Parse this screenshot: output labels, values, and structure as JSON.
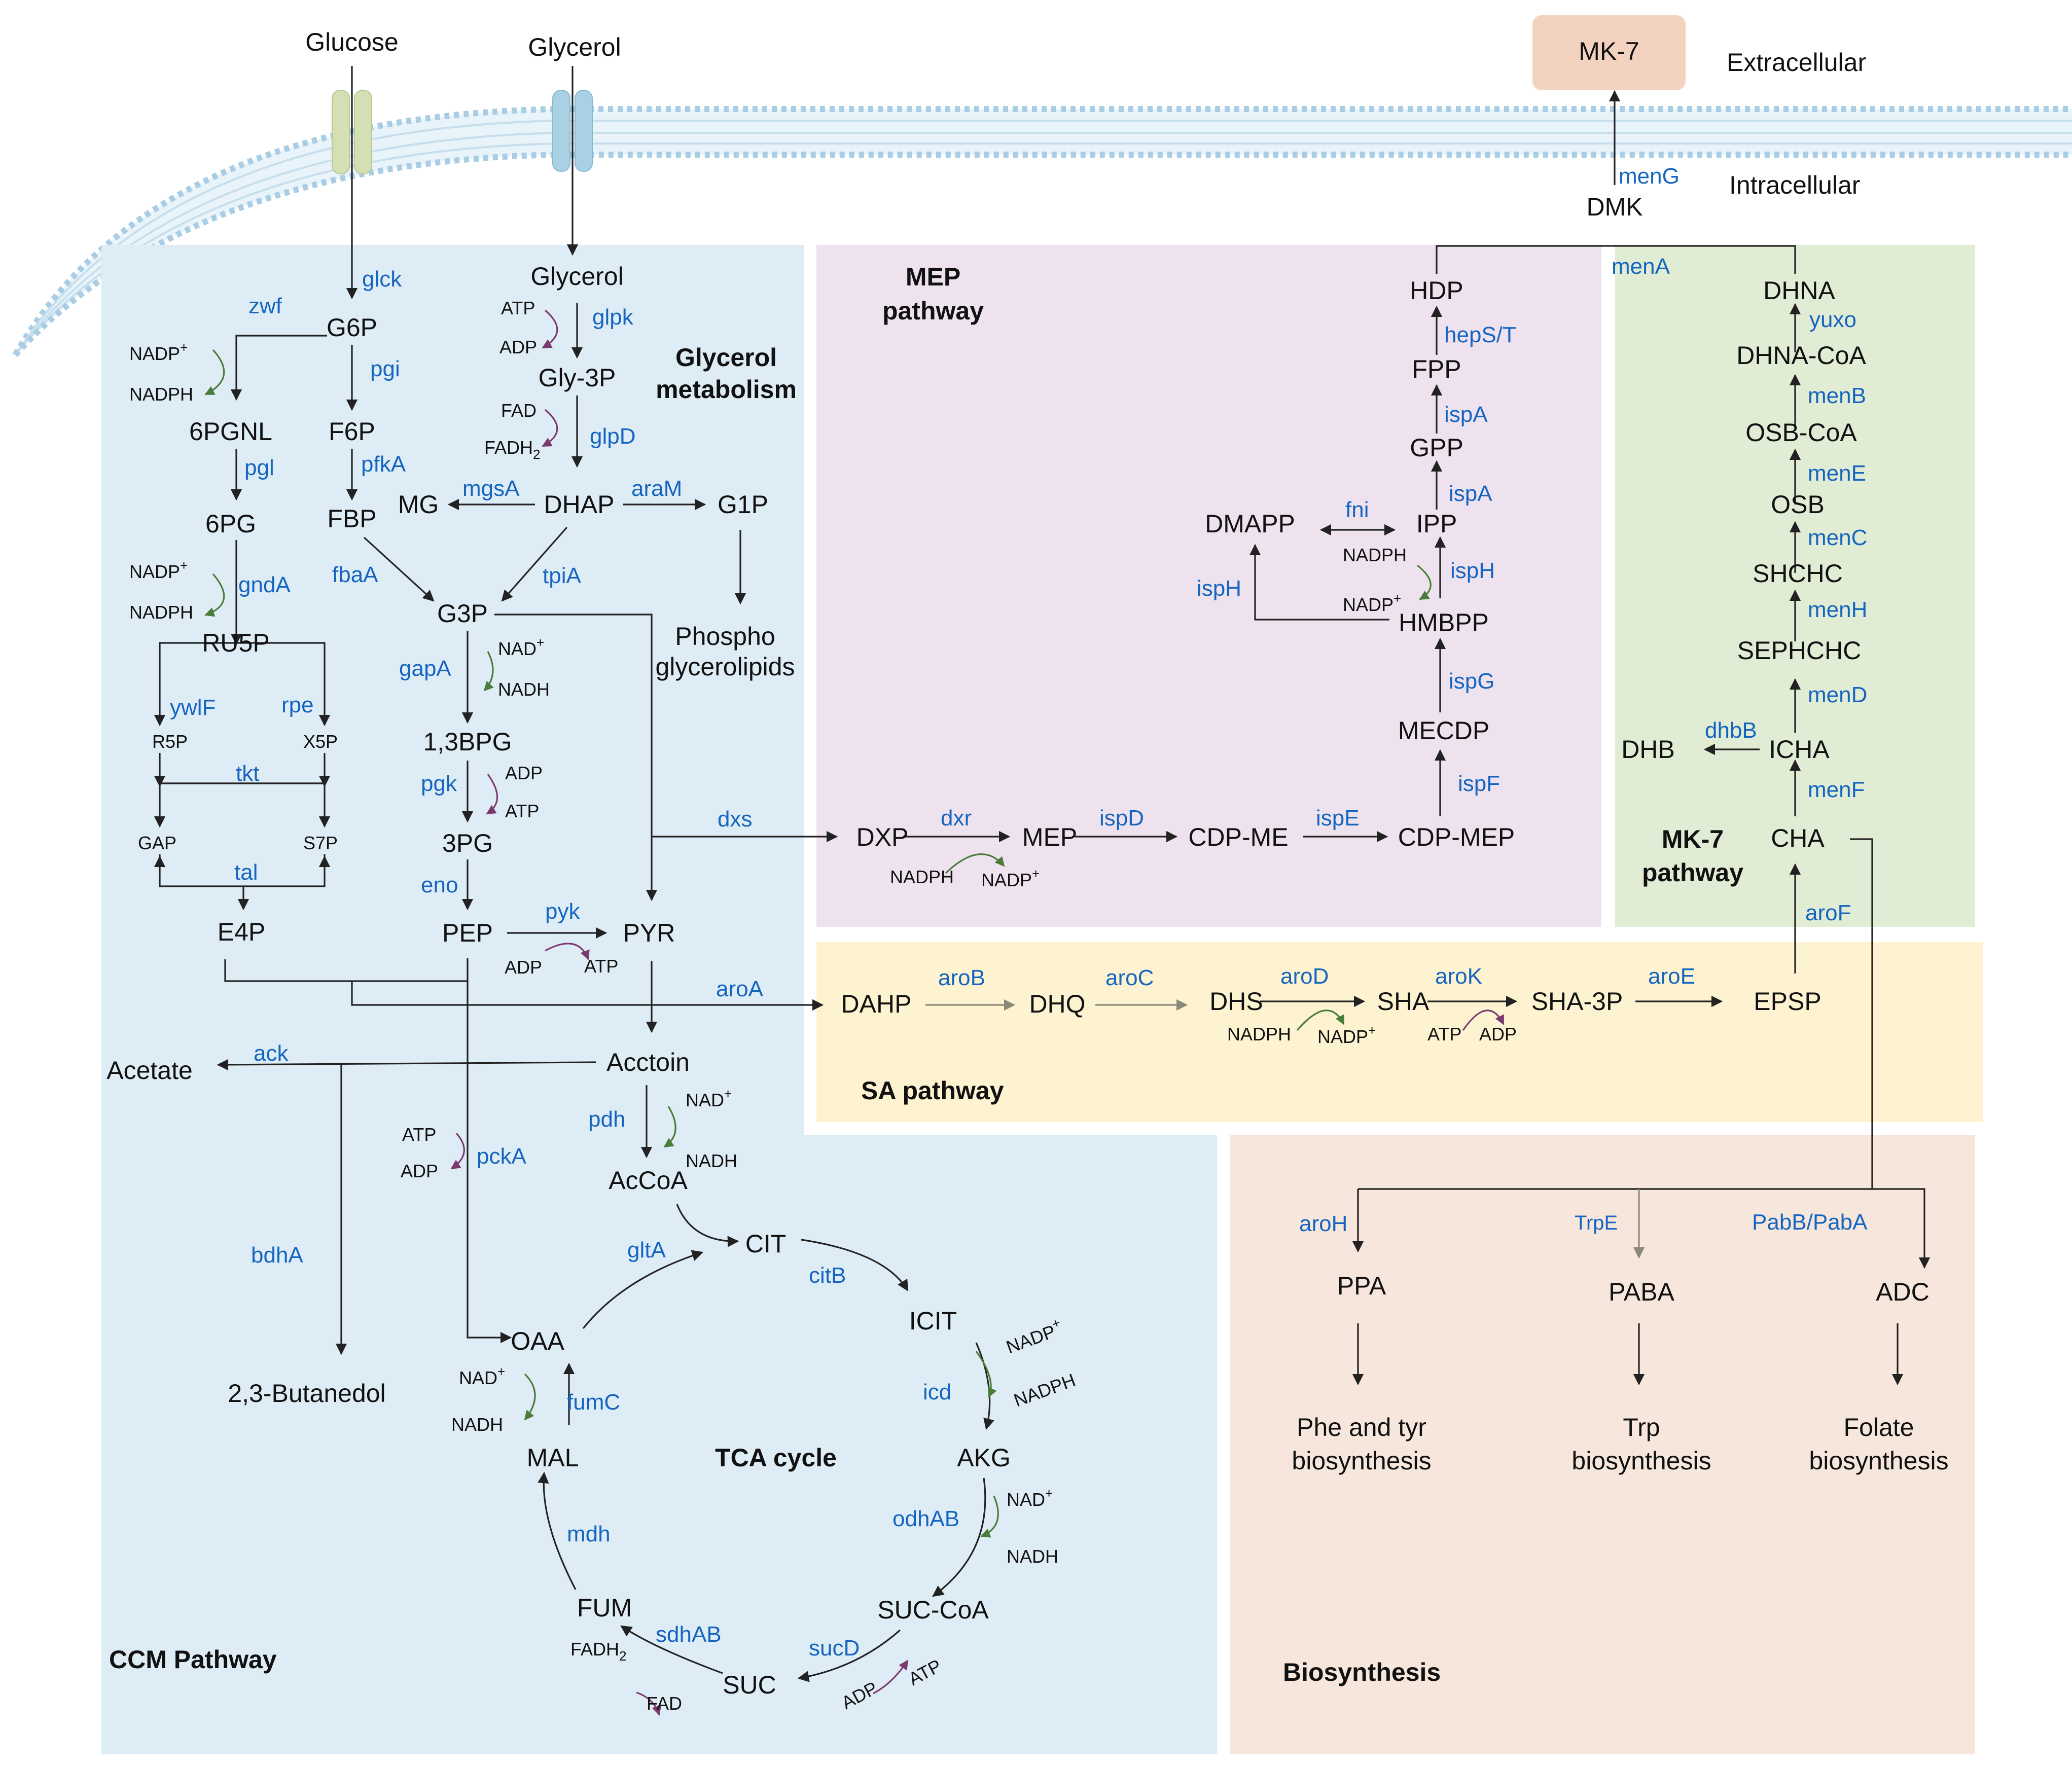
{
  "labels": {
    "extracellular": "Extracellular",
    "intracellular": "Intracellular",
    "glucose_out": "Glucose",
    "glycerol_out": "Glycerol",
    "mk7_out": "MK-7",
    "dmk": "DMK"
  },
  "regions": {
    "ccm": "CCM Pathway",
    "glycerol_line1": "Glycerol",
    "glycerol_line2": "metabolism",
    "mep_line1": "MEP",
    "mep_line2": "pathway",
    "mk7_line1": "MK-7",
    "mk7_line2": "pathway",
    "sa": "SA pathway",
    "tca": "TCA cycle",
    "biosynthesis": "Biosynthesis"
  },
  "metabolites": {
    "g6p": "G6P",
    "f6p": "F6P",
    "fbp": "FBP",
    "pgnl": "6PGNL",
    "pg6": "6PG",
    "ru5p": "RU5P",
    "r5p": "R5P",
    "x5p": "X5P",
    "gap": "GAP",
    "s7p": "S7P",
    "e4p": "E4P",
    "glycerol_in": "Glycerol",
    "gly3p": "Gly-3P",
    "dhap": "DHAP",
    "mg": "MG",
    "g1p": "G1P",
    "phospho1": "Phospho",
    "phospho2": "glycerolipids",
    "g3p": "G3P",
    "bpg": "1,3BPG",
    "pg3": "3PG",
    "pep": "PEP",
    "pyr": "PYR",
    "acetate": "Acetate",
    "acctoin": "Acctoin",
    "acoa": "AcCoA",
    "butanediol": "2,3-Butanedol",
    "oaa": "OAA",
    "cit": "CIT",
    "icit": "ICIT",
    "akg": "AKG",
    "succoa": "SUC-CoA",
    "suc": "SUC",
    "fum": "FUM",
    "mal": "MAL",
    "dxp": "DXP",
    "mep": "MEP",
    "cdpme": "CDP-ME",
    "cdpmep": "CDP-MEP",
    "mecdp": "MECDP",
    "hmbpp": "HMBPP",
    "ipp": "IPP",
    "dmapp": "DMAPP",
    "gpp": "GPP",
    "fpp": "FPP",
    "hdp": "HDP",
    "dhna": "DHNA",
    "dhnacoa": "DHNA-CoA",
    "osbcoa": "OSB-CoA",
    "osb": "OSB",
    "shchc": "SHCHC",
    "sephchc": "SEPHCHC",
    "icha": "ICHA",
    "dhb": "DHB",
    "cha": "CHA",
    "dahp": "DAHP",
    "dhq": "DHQ",
    "dhs": "DHS",
    "sha": "SHA",
    "sha3p": "SHA-3P",
    "epsp": "EPSP",
    "ppa": "PPA",
    "paba": "PABA",
    "adc": "ADC",
    "phe1": "Phe and tyr",
    "phe2": "biosynthesis",
    "trp1": "Trp",
    "trp2": "biosynthesis",
    "fol1": "Folate",
    "fol2": "biosynthesis"
  },
  "enzymes": {
    "glck": "glck",
    "zwf": "zwf",
    "pgi": "pgi",
    "pgl": "pgl",
    "pfkA": "pfkA",
    "gndA": "gndA",
    "ywlF": "ywlF",
    "rpe": "rpe",
    "tkt": "tkt",
    "tal": "tal",
    "fbaA": "fbaA",
    "glpk": "glpk",
    "glpD": "glpD",
    "mgsA": "mgsA",
    "araM": "araM",
    "tpiA": "tpiA",
    "gapA": "gapA",
    "pgk": "pgk",
    "eno": "eno",
    "pyk": "pyk",
    "dxs": "dxs",
    "aroA": "aroA",
    "ack": "ack",
    "pdh": "pdh",
    "pckA": "pckA",
    "bdhA": "bdhA",
    "gltA": "gltA",
    "citB": "citB",
    "icd": "icd",
    "odhAB": "odhAB",
    "sucD": "sucD",
    "sdhAB": "sdhAB",
    "mdh": "mdh",
    "fumC": "fumC",
    "dxr": "dxr",
    "ispD": "ispD",
    "ispE": "ispE",
    "ispF": "ispF",
    "ispG": "ispG",
    "ispH1": "ispH",
    "ispH2": "ispH",
    "fni": "fni",
    "ispA1": "ispA",
    "ispA2": "ispA",
    "hepST": "hepS/T",
    "menA": "menA",
    "menG": "menG",
    "yuxo": "yuxo",
    "menB": "menB",
    "menE": "menE",
    "menC": "menC",
    "menH": "menH",
    "menD": "menD",
    "dhbB": "dhbB",
    "menF": "menF",
    "aroF": "aroF",
    "aroB": "aroB",
    "aroC": "aroC",
    "aroD": "aroD",
    "aroK": "aroK",
    "aroE": "aroE",
    "aroH": "aroH",
    "trpE": "TrpE",
    "pabBA": "PabB/PabA"
  },
  "cofactors": {
    "nadp_g6p": "NADP",
    "nadph_g6p": "NADPH",
    "nadp_6pg": "NADP",
    "nadph_6pg": "NADPH",
    "atp_glpk": "ATP",
    "adp_glpk": "ADP",
    "fad_glpd": "FAD",
    "fadh_glpd": "FADH",
    "nad_gapa": "NAD",
    "nadh_gapa": "NADH",
    "adp_pgk": "ADP",
    "atp_pgk": "ATP",
    "adp_pyk": "ADP",
    "atp_pyk": "ATP",
    "nad_pdh": "NAD",
    "nadh_pdh": "NADH",
    "atp_pcka": "ATP",
    "adp_pcka": "ADP",
    "nadp_icd": "NADP",
    "nadph_icd": "NADPH",
    "nad_odh": "NAD",
    "nadh_odh": "NADH",
    "adp_sucd": "ADP",
    "atp_sucd": "ATP",
    "fadh_sdh": "FADH",
    "fad_sdh": "FAD",
    "nad_mal": "NAD",
    "nadh_mal": "NADH",
    "nadph_dxr": "NADPH",
    "nadp_dxr": "NADP",
    "nadph_isph": "NADPH",
    "nadp_isph": "NADP",
    "nadph_arod": "NADPH",
    "nadp_arod": "NADP",
    "atp_arok": "ATP",
    "adp_arok": "ADP",
    "plus": "+",
    "two": "2"
  },
  "colors": {
    "ccm_bg": "#deecf6",
    "mep_bg": "#efe2ef",
    "mk7_bg": "#e1ecd5",
    "sa_bg": "#fdf3d1",
    "bio_bg": "#f6e6dc",
    "mk7_box": "#f3d3c0",
    "enzyme": "#1565c0",
    "green_curve": "#4a7d39",
    "purple_curve": "#7a3a6e",
    "glucose_channel": "#d4e0b4",
    "glycerol_channel": "#a9d1e3",
    "membrane": "#a9cde4"
  }
}
